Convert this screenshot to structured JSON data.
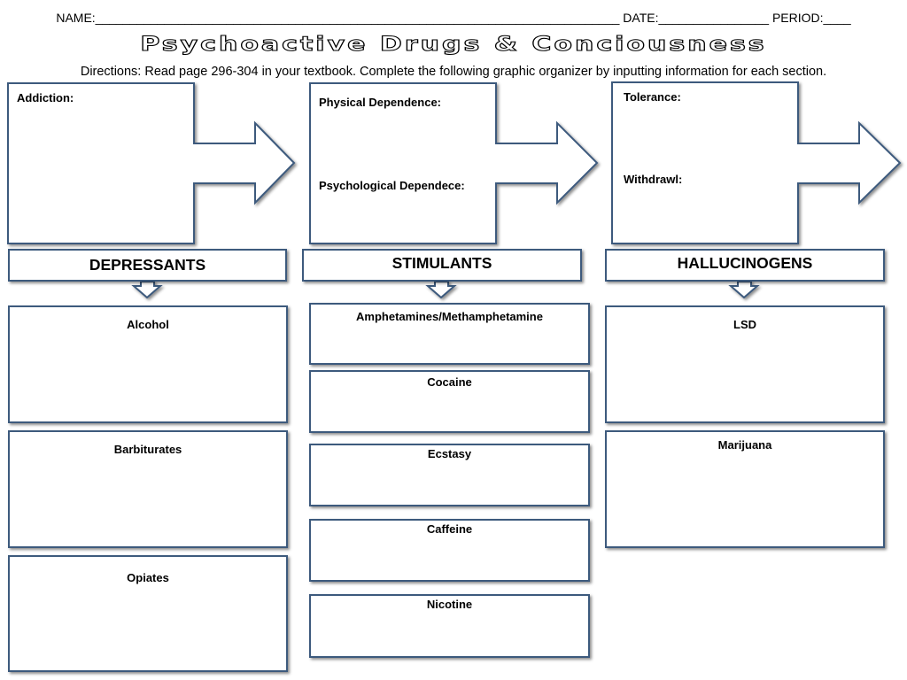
{
  "header": {
    "line": "NAME:____________________________________________________________________________ DATE:________________ PERIOD:____"
  },
  "title": "Psychoactive Drugs & Conciousness",
  "directions": "Directions: Read page 296-304 in your textbook. Complete the following graphic organizer by inputting information for each section.",
  "concepts": {
    "addiction": "Addiction:",
    "physical_dependence": "Physical Dependence:",
    "psychological_dependence": "Psychological Dependece:",
    "tolerance": "Tolerance:",
    "withdrawl": "Withdrawl:"
  },
  "categories": {
    "depressants": {
      "title": "DEPRESSANTS",
      "items": [
        "Alcohol",
        "Barbiturates",
        "Opiates"
      ]
    },
    "stimulants": {
      "title": "STIMULANTS",
      "items": [
        "Amphetamines/Methamphetamine",
        "Cocaine",
        "Ecstasy",
        "Caffeine",
        "Nicotine"
      ]
    },
    "hallucinogens": {
      "title": "HALLUCINOGENS",
      "items": [
        "LSD",
        "Marijuana"
      ]
    }
  },
  "colors": {
    "border": "#3d5a7d"
  }
}
